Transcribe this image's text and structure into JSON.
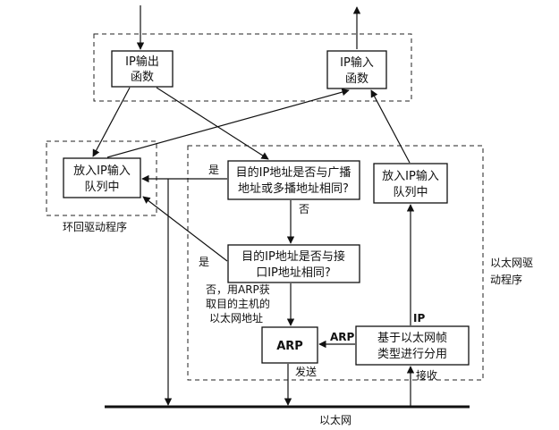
{
  "nodes": {
    "ip_output": {
      "line1": "IP输出",
      "line2": "函数"
    },
    "ip_input": {
      "line1": "IP输入",
      "line2": "函数"
    },
    "loop_queue": {
      "line1": "放入IP输入",
      "line2": "队列中"
    },
    "check_broadcast": {
      "line1": "目的IP地址是否与广播",
      "line2": "地址或多播地址相同?"
    },
    "eth_queue": {
      "line1": "放入IP输入",
      "line2": "队列中"
    },
    "check_iface": {
      "line1": "目的IP地址是否与接",
      "line2": "口IP地址相同?"
    },
    "arp": {
      "label": "ARP"
    },
    "demux": {
      "line1": "基于以太网帧",
      "line2": "类型进行分用"
    }
  },
  "labels": {
    "loopback_driver": "环回驱动程序",
    "eth_driver_line1": "以太网驱",
    "eth_driver_line2": "动程序",
    "yes1": "是",
    "yes2": "是",
    "no1": "否",
    "no_arp_line1": "否，用ARP获",
    "no_arp_line2": "取目的主机的",
    "no_arp_line3": "以太网地址",
    "arp_edge": "ARP",
    "ip_edge": "IP",
    "send": "发送",
    "receive": "接收",
    "ethernet": "以太网"
  }
}
